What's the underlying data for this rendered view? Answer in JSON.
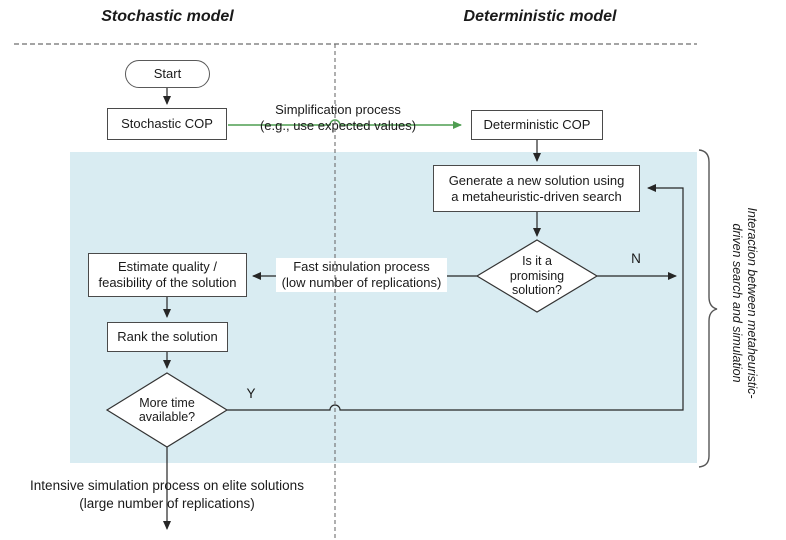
{
  "headers": {
    "left": "Stochastic model",
    "right": "Deterministic model"
  },
  "nodes": {
    "start": {
      "label": "Start"
    },
    "stochastic_cop": {
      "label": "Stochastic COP"
    },
    "deterministic_cop": {
      "label": "Deterministic COP"
    },
    "generate": {
      "line1": "Generate a new solution using",
      "line2": "a metaheuristic-driven search"
    },
    "promising": {
      "line1": "Is it a",
      "line2": "promising",
      "line3": "solution?"
    },
    "estimate": {
      "line1": "Estimate quality /",
      "line2": "feasibility of the solution"
    },
    "rank": {
      "label": "Rank the solution"
    },
    "more_time": {
      "line1": "More time",
      "line2": "available?"
    }
  },
  "edge_labels": {
    "simplification": {
      "line1": "Simplification process",
      "line2": "(e.g., use expected values)"
    },
    "fast_simulation": {
      "line1": "Fast simulation process",
      "line2": "(low number of replications)"
    },
    "no": "N",
    "yes": "Y"
  },
  "footer": {
    "line1": "Intensive simulation process on elite solutions",
    "line2": "(large number of replications)"
  },
  "annotation": {
    "line1": "Interaction between metaheuristic-",
    "line2": "driven search and simulation"
  },
  "colors": {
    "region_fill": "#d9ecf2",
    "green_arrow": "#4f9d51",
    "line": "#262626",
    "dashed": "#6e6e6e"
  }
}
